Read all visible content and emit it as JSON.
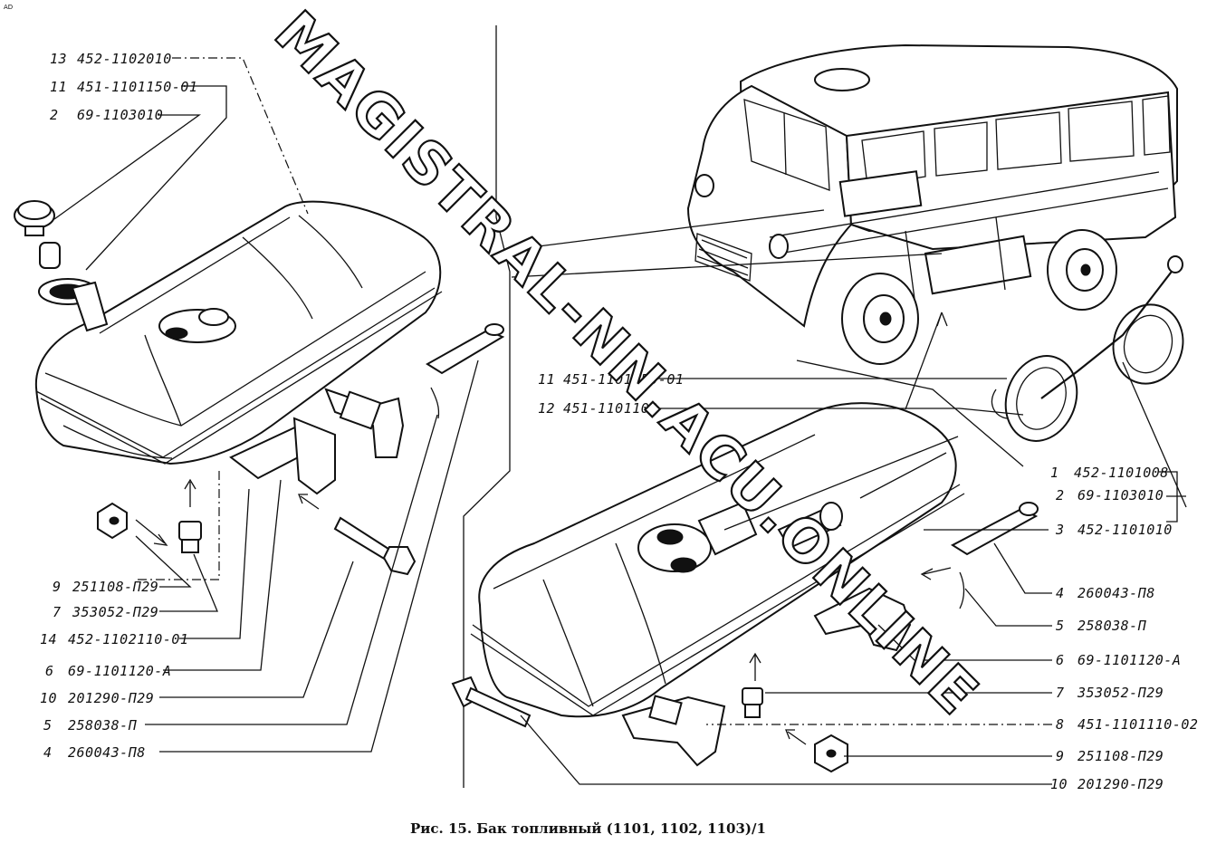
{
  "corner_mark": "AD",
  "watermark": "MAGISTRAL-NN.ACU.ONLINE",
  "caption": "Рис. 15. Бак топливный (1101, 1102, 1103)/1",
  "left_labels": [
    {
      "num": "13",
      "code": "452-1102010"
    },
    {
      "num": "11",
      "code": "451-1101150-01"
    },
    {
      "num": "2",
      "code": "69-1103010"
    },
    {
      "num": "9",
      "code": "251108-П29"
    },
    {
      "num": "7",
      "code": "353052-П29"
    },
    {
      "num": "14",
      "code": "452-1102110-01"
    },
    {
      "num": "6",
      "code": "69-1101120-А"
    },
    {
      "num": "10",
      "code": "201290-П29"
    },
    {
      "num": "5",
      "code": "258038-П"
    },
    {
      "num": "4",
      "code": "260043-П8"
    }
  ],
  "mid_labels": [
    {
      "num": "11",
      "code": "451-1101150-01"
    },
    {
      "num": "12",
      "code": "451-1101100"
    }
  ],
  "right_labels": [
    {
      "num": "1",
      "code": "452-1101008"
    },
    {
      "num": "2",
      "code": "69-1103010"
    },
    {
      "num": "3",
      "code": "452-1101010"
    },
    {
      "num": "4",
      "code": "260043-П8"
    },
    {
      "num": "5",
      "code": "258038-П"
    },
    {
      "num": "6",
      "code": "69-1101120-А"
    },
    {
      "num": "7",
      "code": "353052-П29"
    },
    {
      "num": "8",
      "code": "451-1101110-02"
    },
    {
      "num": "9",
      "code": "251108-П29"
    },
    {
      "num": "10",
      "code": "201290-П29"
    }
  ]
}
